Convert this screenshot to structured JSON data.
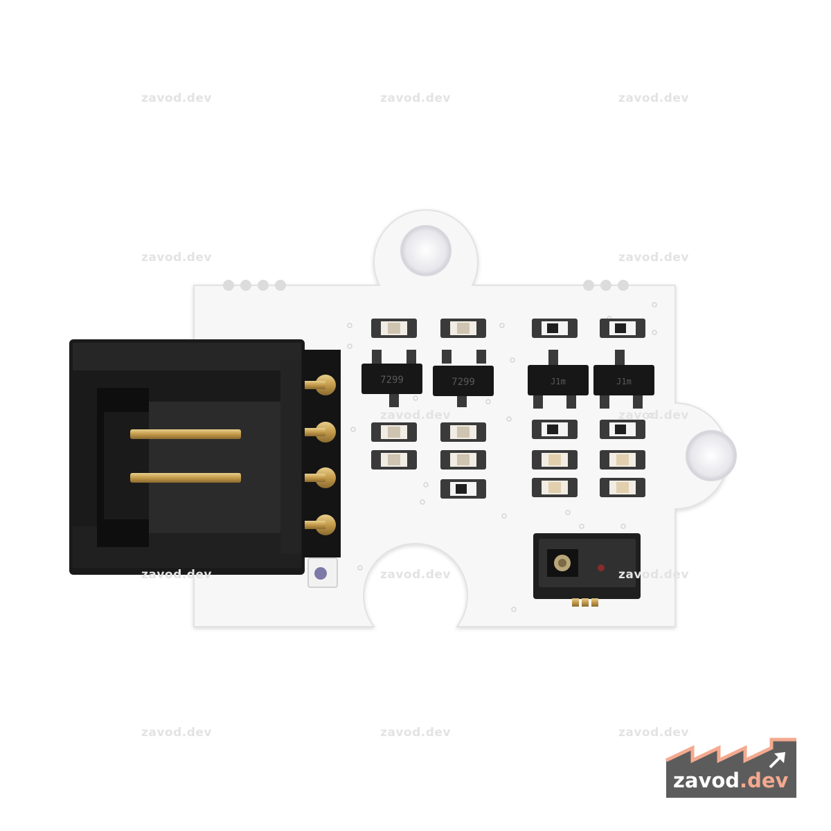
{
  "watermarks": [
    {
      "text": "zavod.dev"
    },
    {
      "text": "zavod.dev"
    },
    {
      "text": "zavod.dev"
    },
    {
      "text": "zavod.dev"
    },
    {
      "text": "zavod.dev"
    },
    {
      "text": "zavod.dev"
    },
    {
      "text": "zavod.dev"
    },
    {
      "text": "zavod.dev"
    },
    {
      "text": "zavod.dev"
    },
    {
      "text": "zavod.dev"
    },
    {
      "text": "zavod.dev"
    },
    {
      "text": "zavod.dev"
    },
    {
      "text": "zavod.dev"
    }
  ],
  "logo": {
    "name_part": "zavod",
    "accent_part": ".dev",
    "bg_color": "#5c5c5c",
    "accent_color": "#f4a98f",
    "icon": "arrow-up-right-icon"
  },
  "board": {
    "pcb_color": "#f7f7f7",
    "connector_color": "#1c1c1c",
    "pin_color": "#c7a45a",
    "chip_markings": [
      "7299",
      "7299",
      "J1m",
      "J1m"
    ]
  }
}
